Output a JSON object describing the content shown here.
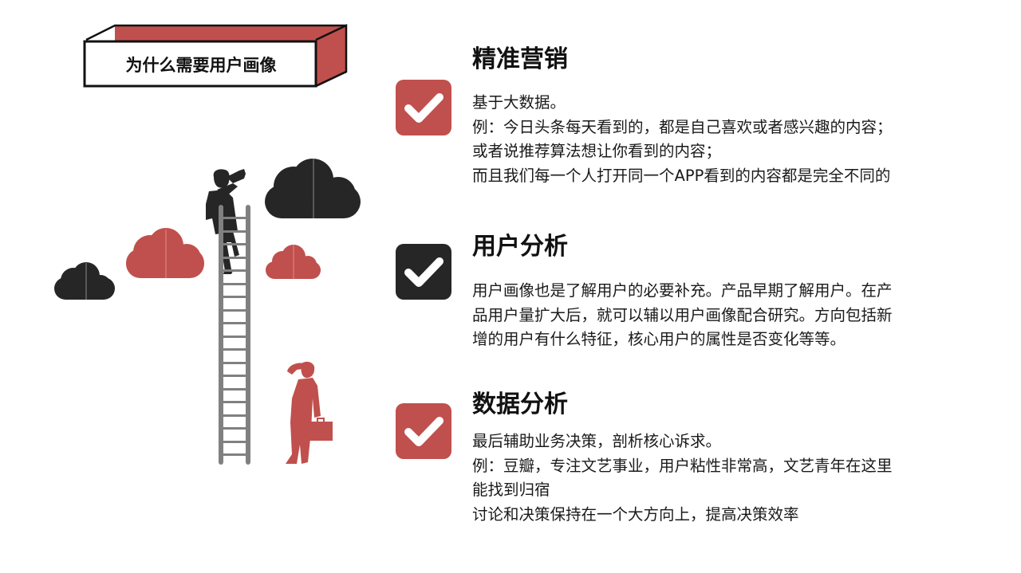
{
  "slide": {
    "title": "为什么需要用户画像"
  },
  "colors": {
    "accent_red": "#c0504d",
    "dark": "#262626",
    "ladder_gray": "#7f7f7f"
  },
  "sections": [
    {
      "icon": "checkbox-checked-icon",
      "icon_color": "#c0504d",
      "heading": "精准营销",
      "lines": [
        "基于大数据。",
        "例：今日头条每天看到的，都是自己喜欢或者感兴趣的内容；",
        "或者说推荐算法想让你看到的内容；",
        "而且我们每一个人打开同一个APP看到的内容都是完全不同的"
      ]
    },
    {
      "icon": "checkbox-checked-icon",
      "icon_color": "#262626",
      "heading": "用户分析",
      "lines": [
        "用户画像也是了解用户的必要补充。产品早期了解用户。在产",
        "品用户量扩大后，就可以辅以用户画像配合研究。方向包括新",
        "增的用户有什么特征，核心用户的属性是否变化等等。"
      ]
    },
    {
      "icon": "checkbox-checked-icon",
      "icon_color": "#c0504d",
      "heading": "数据分析",
      "lines": [
        "最后辅助业务决策，剖析核心诉求。",
        "例：豆瓣，专注文艺事业，用户粘性非常高，文艺青年在这里",
        "能找到归宿",
        "讨论和决策保持在一个大方向上，提高决策效率"
      ]
    }
  ],
  "illustration": {
    "elements": [
      "cloud-icon",
      "ladder-icon",
      "person-with-binoculars-icon",
      "person-with-briefcase-icon"
    ]
  }
}
